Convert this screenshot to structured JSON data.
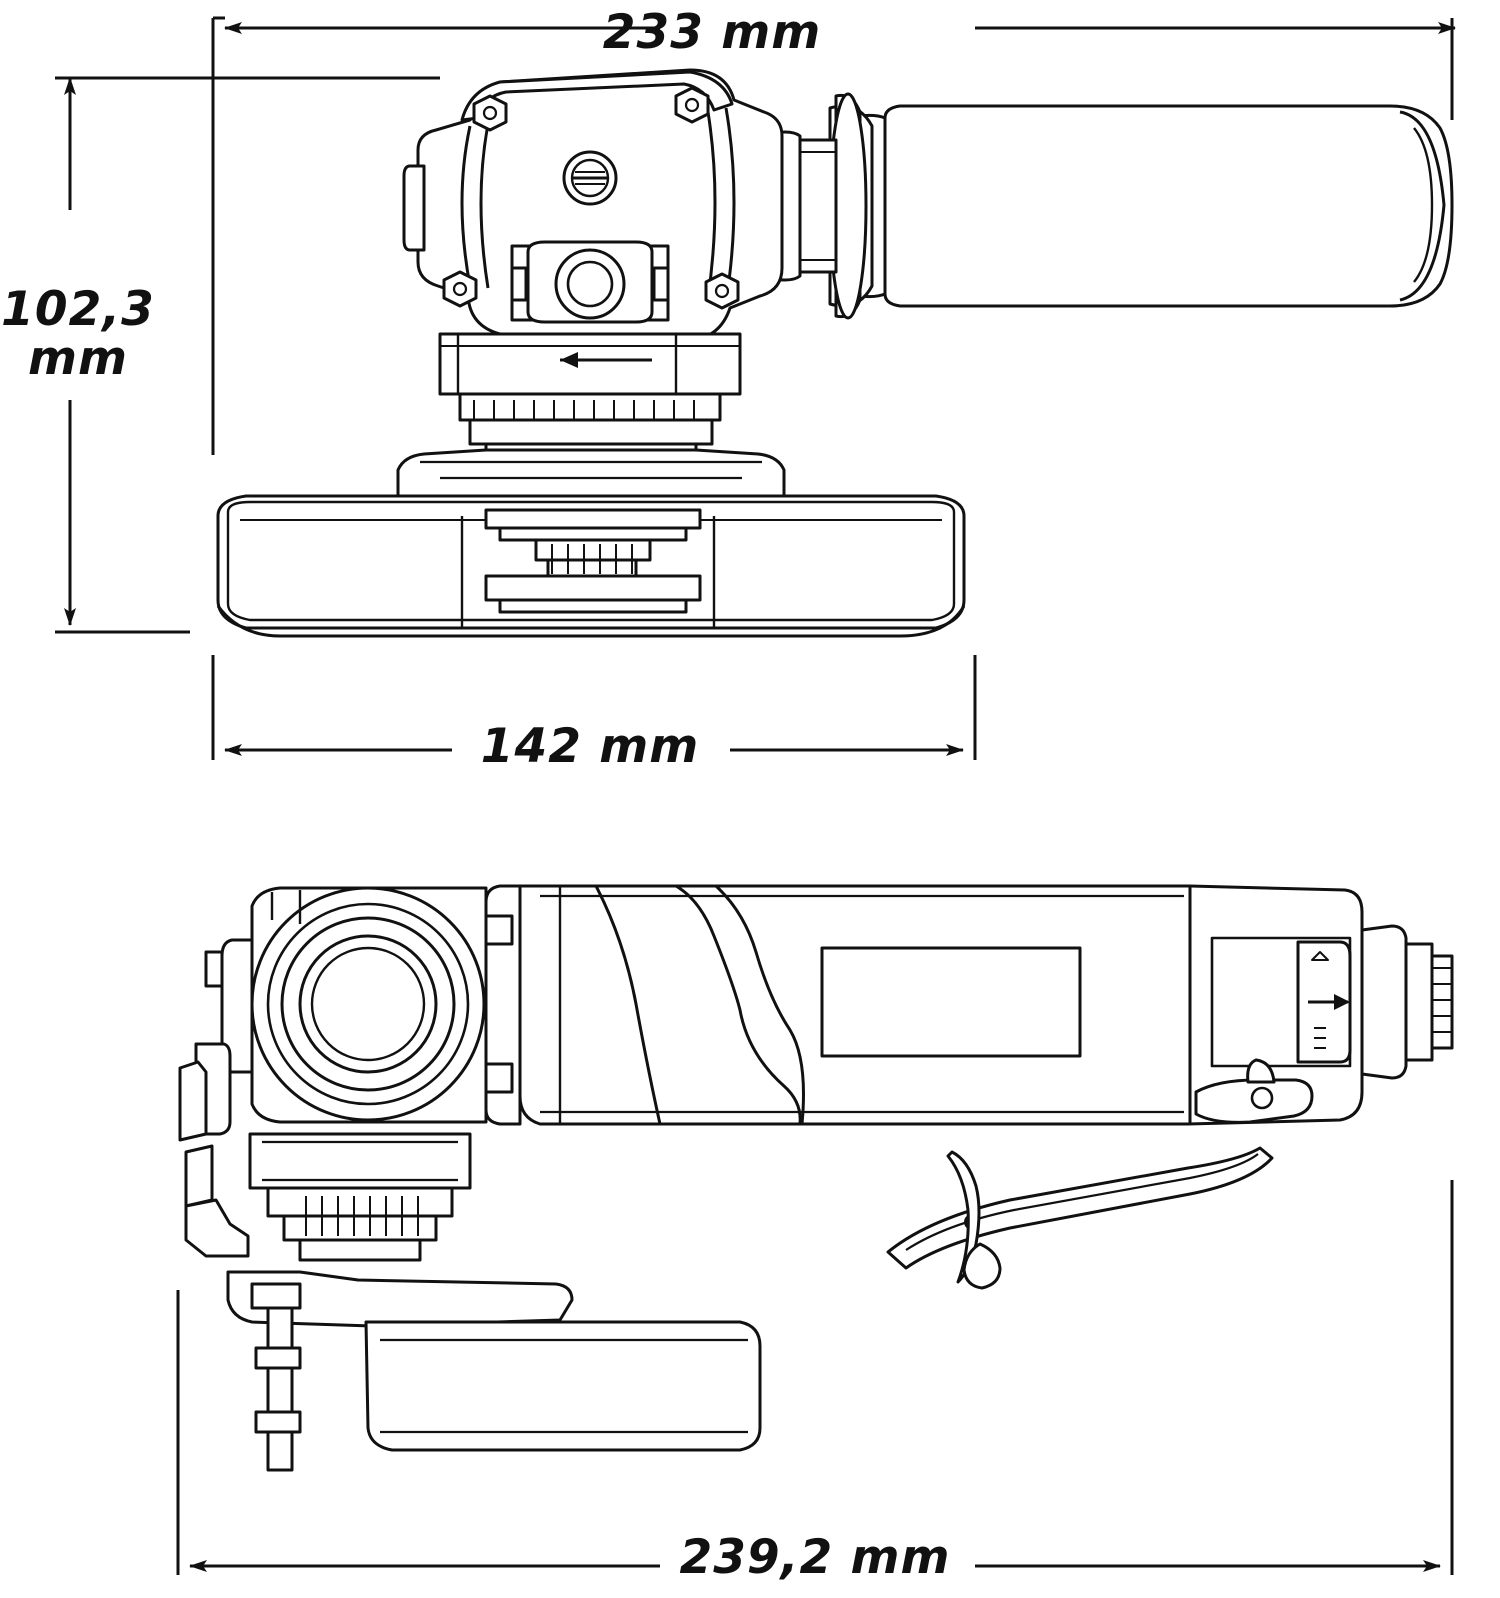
{
  "drawing": {
    "title": "Angle grinder technical dimension drawing",
    "views": [
      {
        "name": "front-view",
        "description": "Top front view of pneumatic angle grinder with side handle and wheel guard"
      },
      {
        "name": "side-view",
        "description": "Side profile view of pneumatic angle grinder with trigger lever and air inlet"
      }
    ],
    "line_color": "#111111",
    "background_color": "#ffffff"
  },
  "dimensions": {
    "overall_width_top": "233 mm",
    "overall_height_left": "102,3\nmm",
    "guard_width": "142 mm",
    "overall_length_bottom": "239,2 mm"
  },
  "dimension_values": {
    "overall_width_top_value": 233,
    "overall_height_left_value": 102.3,
    "guard_width_value": 142,
    "overall_length_bottom_value": 239.2,
    "unit": "mm"
  }
}
